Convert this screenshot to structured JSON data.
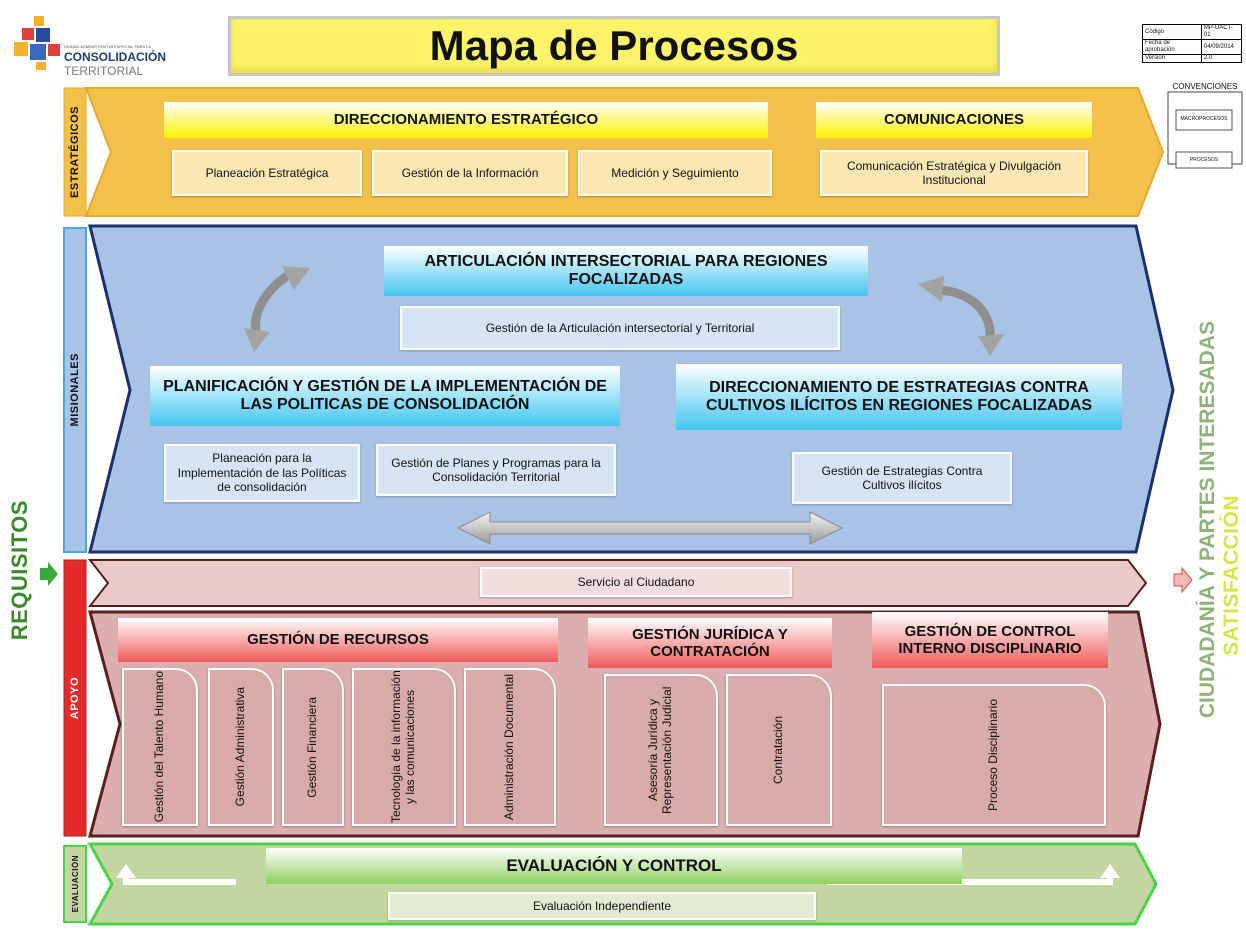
{
  "header": {
    "logo": {
      "tagline": "UNIDAD ADMINISTRATIVA ESPECIAL PARA LA",
      "line1": "CONSOLIDACIÓN",
      "line2": "TERRITORIAL"
    },
    "title": "Mapa de Procesos",
    "doc_info": [
      {
        "label": "Código",
        "value": "MP-UACT-01"
      },
      {
        "label": "Fecha de aprobación",
        "value": "04/09/2014"
      },
      {
        "label": "Versión",
        "value": "2.0"
      }
    ]
  },
  "legend": {
    "title": "CONVENCIONES",
    "macro": "MACROPROCESOS",
    "proc": "PROCESOS"
  },
  "side": {
    "left": "REQUISITOS",
    "right_line1": "SATISFACCIÓN",
    "right_line2": "CIUDADANÍA Y PARTES INTERESADAS"
  },
  "estrategicos": {
    "tab": "ESTRATÉGICOS",
    "macro1": "DIRECCIONAMIENTO ESTRATÉGICO",
    "macro2": "COMUNICACIONES",
    "p1": "Planeación Estratégica",
    "p2": "Gestión de la Información",
    "p3": "Medición y Seguimiento",
    "p4": "Comunicación Estratégica y Divulgación Institucional"
  },
  "misionales": {
    "tab": "MISIONALES",
    "macro_top": "ARTICULACIÓN INTERSECTORIAL PARA REGIONES FOCALIZADAS",
    "p_top": "Gestión de la Articulación intersectorial  y Territorial",
    "macro_left": "PLANIFICACIÓN Y GESTIÓN DE LA IMPLEMENTACIÓN DE LAS POLITICAS DE CONSOLIDACIÓN",
    "p_left1": "Planeación para la Implementación de  las Políticas de consolidación",
    "p_left2": "Gestión de Planes y Programas para la Consolidación Territorial",
    "macro_right": "DIRECCIONAMIENTO DE ESTRATEGIAS  CONTRA CULTIVOS ILÍCITOS EN REGIONES FOCALIZADAS",
    "p_right": "Gestión  de Estrategias Contra Cultivos ilícitos"
  },
  "apoyo": {
    "tab": "APOYO",
    "servicio": "Servicio al Ciudadano",
    "macro1": "GESTIÓN DE RECURSOS",
    "macro2": "GESTIÓN JURÍDICA Y CONTRATACIÓN",
    "macro3": "GESTIÓN DE CONTROL INTERNO DISCIPLINARIO",
    "v1": "Gestión del Talento Humano",
    "v2": "Gestión Administrativa",
    "v3": "Gestión Financiera",
    "v4": "Tecnología de la información y las comunicaciones",
    "v5": "Administración Documental",
    "v6": "Asesoría Jurídica y Representación Judicial",
    "v7": "Contratación",
    "v8": "Proceso Disciplinario"
  },
  "evaluacion": {
    "tab": "EVALUACIÓN",
    "macro": "EVALUACIÓN Y CONTROL",
    "p": "Evaluación Independiente"
  },
  "colors": {
    "estrategicos": "#f3c04a",
    "misionales": "#a9c3e6",
    "apoyo": "#dcaeae",
    "evaluacion": "#c3d6a1",
    "title_bg": "#fff36a",
    "side_green": "#3a8a2a",
    "satisfaccion": "#d8e54a"
  }
}
